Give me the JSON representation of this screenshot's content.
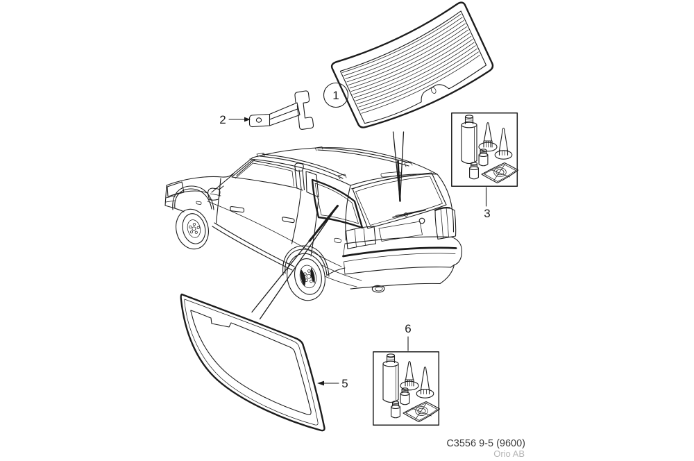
{
  "diagram": {
    "callouts": {
      "rear_glass": "1",
      "bracket": "2",
      "rear_kit": "3",
      "side_glass": "5",
      "side_kit": "6"
    },
    "footer": {
      "code": "C3556 9-5 (9600)",
      "company": "Orio AB"
    },
    "colors": {
      "line": "#1c1c1c",
      "footer_code": "#3d3d3d",
      "footer_company": "#b5b5b5",
      "background": "#ffffff"
    }
  }
}
